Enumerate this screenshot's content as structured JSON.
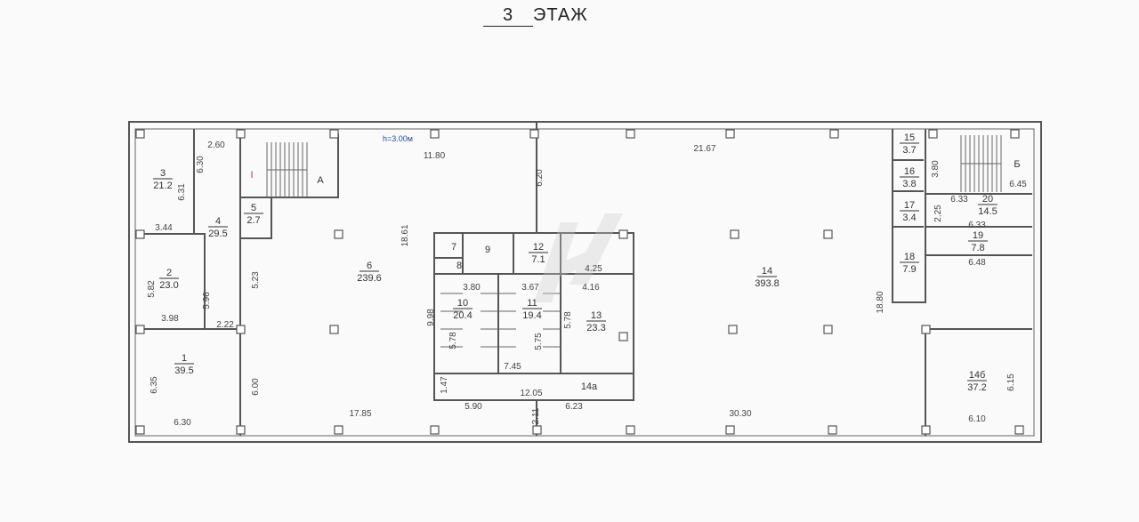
{
  "title": {
    "floor_number": "3",
    "floor_label": "ЭТАЖ"
  },
  "height_note": "h=3.00м",
  "stairs": {
    "a": "А",
    "b": "Б",
    "marker": "I"
  },
  "rooms": {
    "r1": {
      "number": "1",
      "area": "39.5"
    },
    "r2": {
      "number": "2",
      "area": "23.0"
    },
    "r3": {
      "number": "3",
      "area": "21.2"
    },
    "r4": {
      "number": "4",
      "area": "29.5"
    },
    "r5": {
      "number": "5",
      "area": "2.7"
    },
    "r6": {
      "number": "6",
      "area": "239.6"
    },
    "r7": {
      "number": "7"
    },
    "r8": {
      "number": "8"
    },
    "r9": {
      "number": "9"
    },
    "r10": {
      "number": "10",
      "area": "20.4"
    },
    "r11": {
      "number": "11",
      "area": "19.4"
    },
    "r12": {
      "number": "12",
      "area": "7.1"
    },
    "r13": {
      "number": "13",
      "area": "23.3"
    },
    "r14": {
      "number": "14",
      "area": "393.8"
    },
    "r14a": {
      "number": "14а"
    },
    "r14b": {
      "number": "14б",
      "area": "37.2"
    },
    "r15": {
      "number": "15",
      "area": "3.7"
    },
    "r16": {
      "number": "16",
      "area": "3.8"
    },
    "r17": {
      "number": "17",
      "area": "3.4"
    },
    "r18": {
      "number": "18",
      "area": "7.9"
    },
    "r19": {
      "number": "19",
      "area": "7.8"
    },
    "r20": {
      "number": "20",
      "area": "14.5"
    }
  },
  "dims": [
    "2.60",
    "6.30",
    "6.31",
    "11.80",
    "18.61",
    "6.20",
    "21.67",
    "3.44",
    "5.82",
    "5.96",
    "5.23",
    "3.98",
    "2.22",
    "6.35",
    "6.30",
    "6.00",
    "17.85",
    "3.80",
    "3.67",
    "4.25",
    "4.16",
    "9.98",
    "5.78",
    "5.75",
    "5.78",
    "7.45",
    "1.47",
    "12.05",
    "5.90",
    "6.23",
    "2.11",
    "30.30",
    "18.80",
    "3.80",
    "6.45",
    "6.33",
    "2.25",
    "6.33",
    "6.48",
    "6.15",
    "6.10"
  ]
}
